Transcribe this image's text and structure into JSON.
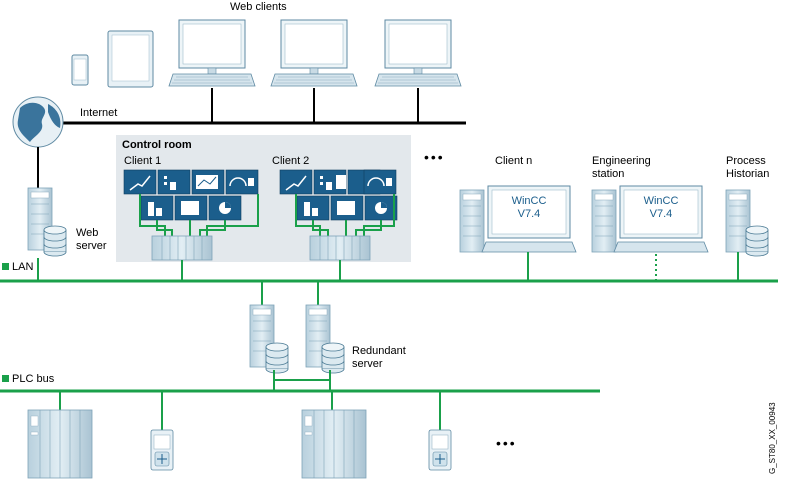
{
  "labels": {
    "web_clients": "Web clients",
    "internet": "Internet",
    "control_room": "Control room",
    "client1": "Client 1",
    "client2": "Client 2",
    "ellipsis": "•••",
    "client_n": "Client n",
    "engineering_station": [
      "Engineering",
      "station"
    ],
    "process_historian": [
      "Process",
      "Historian"
    ],
    "web_server": [
      "Web",
      "server"
    ],
    "lan": "LAN",
    "redundant_server": [
      "Redundant",
      "server"
    ],
    "plc_bus": "PLC bus",
    "image_code": "G_ST80_XX_00943"
  },
  "screens": {
    "wincc_1": [
      "WinCC",
      "V7.4"
    ],
    "wincc_2": [
      "WinCC",
      "V7.4"
    ]
  },
  "colors": {
    "network_green": "#1aa04a",
    "bus_black": "#000000",
    "device_light": "#cfe2ec",
    "device_dark": "#1b5e8c",
    "panel_bg": "#e3e8ec"
  },
  "icons": [
    "globe-icon",
    "tablet-icon",
    "smartphone-icon",
    "monitor-icon",
    "server-icon",
    "database-icon",
    "plc-icon",
    "hmi-panel-icon",
    "trend-chart-icon",
    "bar-chart-icon",
    "pie-chart-icon",
    "gauge-icon"
  ]
}
